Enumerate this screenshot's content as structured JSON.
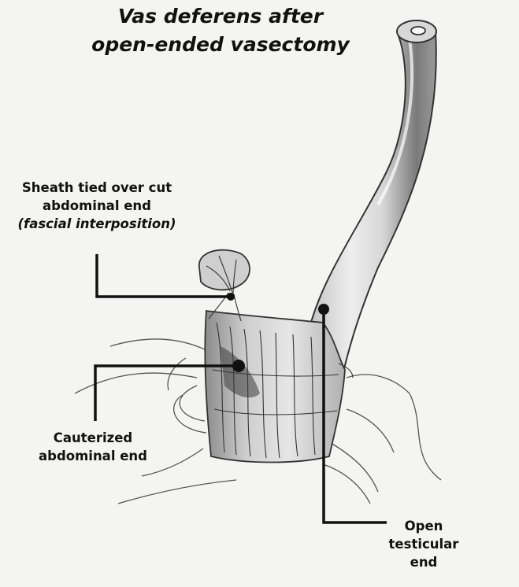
{
  "title": {
    "line1": "Vas deferens after",
    "line2": "open-ended vasectomy"
  },
  "labels": {
    "sheath": {
      "line1": "Sheath tied over cut",
      "line2": "abdominal end",
      "line3": "(fascial interposition)"
    },
    "cauterized": {
      "line1": "Cauterized",
      "line2": "abdominal end"
    },
    "open_end": {
      "line1": "Open",
      "line2": "testicular",
      "line3": "end"
    }
  },
  "colors": {
    "background": "#f4f4f2",
    "vas_fill": "#dcdcdc",
    "vas_shadow": "#8a8a8a",
    "ink": "#111111"
  }
}
